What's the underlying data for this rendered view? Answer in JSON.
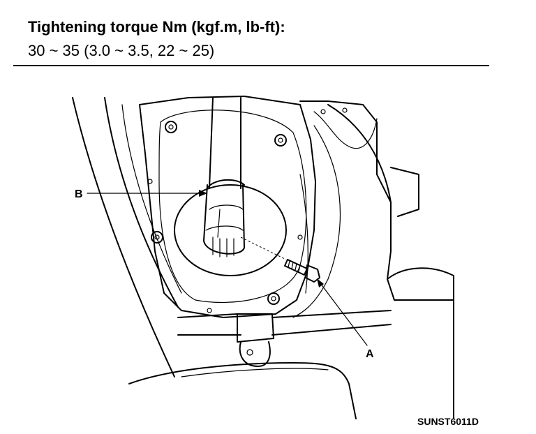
{
  "header": {
    "title": "Tightening torque Nm (kgf.m, lb-ft):",
    "value": "30 ~ 35 (3.0 ~ 3.5, 22 ~ 25)"
  },
  "callouts": {
    "a": "A",
    "b": "B"
  },
  "figure_code": "SUNST6011D",
  "colors": {
    "line": "#000000",
    "background": "#ffffff"
  }
}
